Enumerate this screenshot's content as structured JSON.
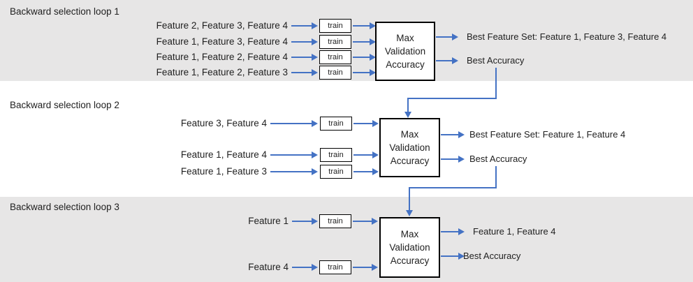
{
  "diagram": {
    "type": "flowchart",
    "colors": {
      "band_gray": "#e7e6e6",
      "background_white": "#ffffff",
      "arrow_blue": "#4472c4",
      "box_border": "#000000",
      "box_fill": "#ffffff",
      "text": "#212121"
    },
    "train_label": "train",
    "max_box": {
      "lines": [
        "Max",
        "Validation",
        "Accuracy"
      ]
    },
    "loops": [
      {
        "title": "Backward selection loop 1",
        "inputs": [
          "Feature 2, Feature 3, Feature 4",
          "Feature 1, Feature 3, Feature 4",
          "Feature 1, Feature 2, Feature 4",
          "Feature 1, Feature 2, Feature 3"
        ],
        "outputs": [
          "Best Feature Set: Feature 1, Feature 3, Feature 4",
          "Best Accuracy"
        ]
      },
      {
        "title": "Backward selection loop 2",
        "inputs": [
          "Feature 3, Feature 4",
          "Feature 1, Feature 4",
          "Feature 1, Feature 3"
        ],
        "outputs": [
          "Best Feature Set: Feature 1, Feature 4",
          "Best Accuracy"
        ]
      },
      {
        "title": "Backward selection loop 3",
        "inputs": [
          "Feature 1",
          "Feature 4"
        ],
        "outputs": [
          "Feature 1, Feature 4",
          "Best Accuracy"
        ]
      }
    ]
  }
}
